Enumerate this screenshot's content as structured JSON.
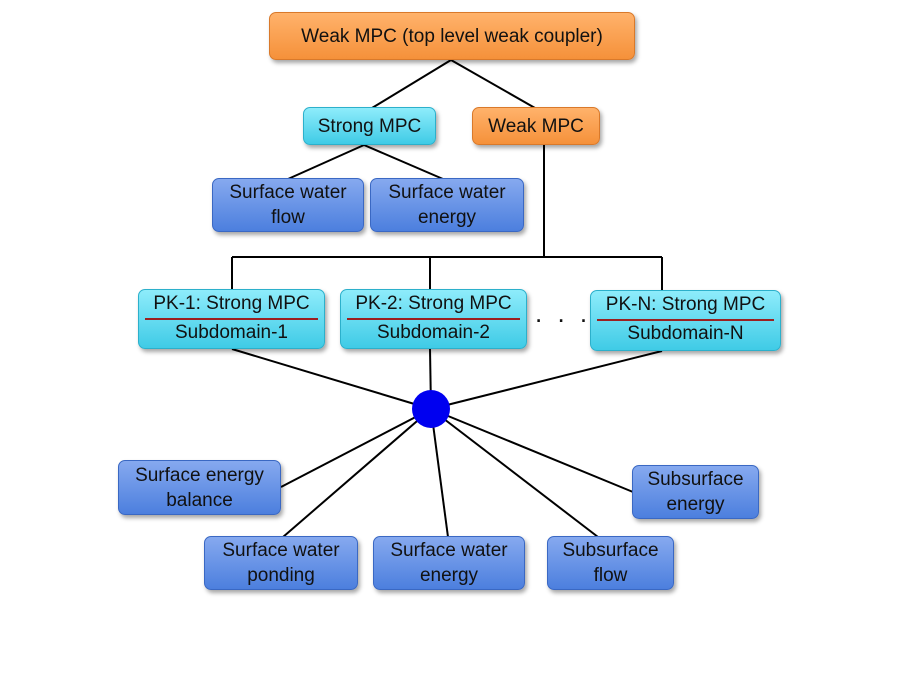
{
  "nodes": {
    "top_weak_mpc": "Weak MPC (top level weak coupler)",
    "strong_mpc": "Strong MPC",
    "weak_mpc": "Weak MPC",
    "sw_flow": [
      "Surface water",
      "flow"
    ],
    "sw_energy_upper": [
      "Surface water",
      "energy"
    ],
    "pk1": [
      "PK-1: Strong MPC",
      "Subdomain-1"
    ],
    "pk2": [
      "PK-2: Strong MPC",
      "Subdomain-2"
    ],
    "pkn": [
      "PK-N: Strong MPC",
      "Subdomain-N"
    ],
    "ellipsis": ". . .",
    "surface_energy_balance": [
      "Surface energy",
      "balance"
    ],
    "sw_ponding": [
      "Surface water",
      "ponding"
    ],
    "sw_energy_lower": [
      "Surface water",
      "energy"
    ],
    "subsurface_flow": [
      "Subsurface",
      "flow"
    ],
    "subsurface_energy": [
      "Subsurface",
      "energy"
    ]
  },
  "colors": {
    "weak_coupler": "#f5913a",
    "strong_coupler": "#3fcbe6",
    "process_kernel": "#4c7fde",
    "hub": "#0000f0",
    "line": "#000000",
    "divider": "#9c2020"
  }
}
